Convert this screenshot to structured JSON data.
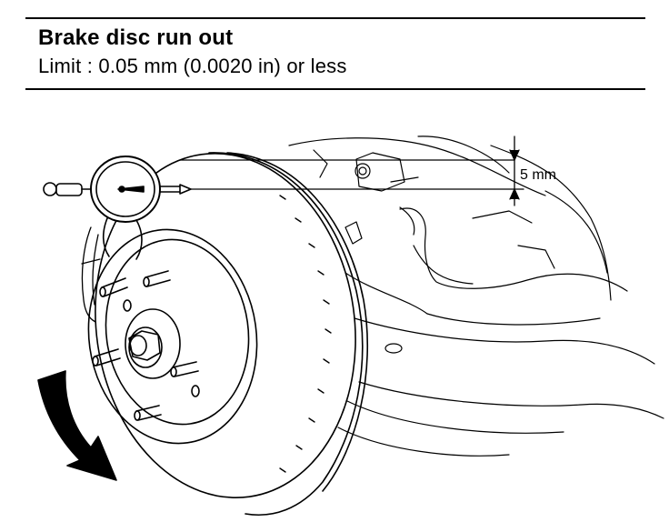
{
  "header": {
    "title": "Brake disc run out",
    "limit_text": "Limit : 0.05 mm (0.0020 in) or less"
  },
  "figure": {
    "dimension_label": "5 mm",
    "icons": [
      "dial-indicator-icon",
      "brake-disc-icon",
      "rotation-arrow-icon"
    ]
  }
}
